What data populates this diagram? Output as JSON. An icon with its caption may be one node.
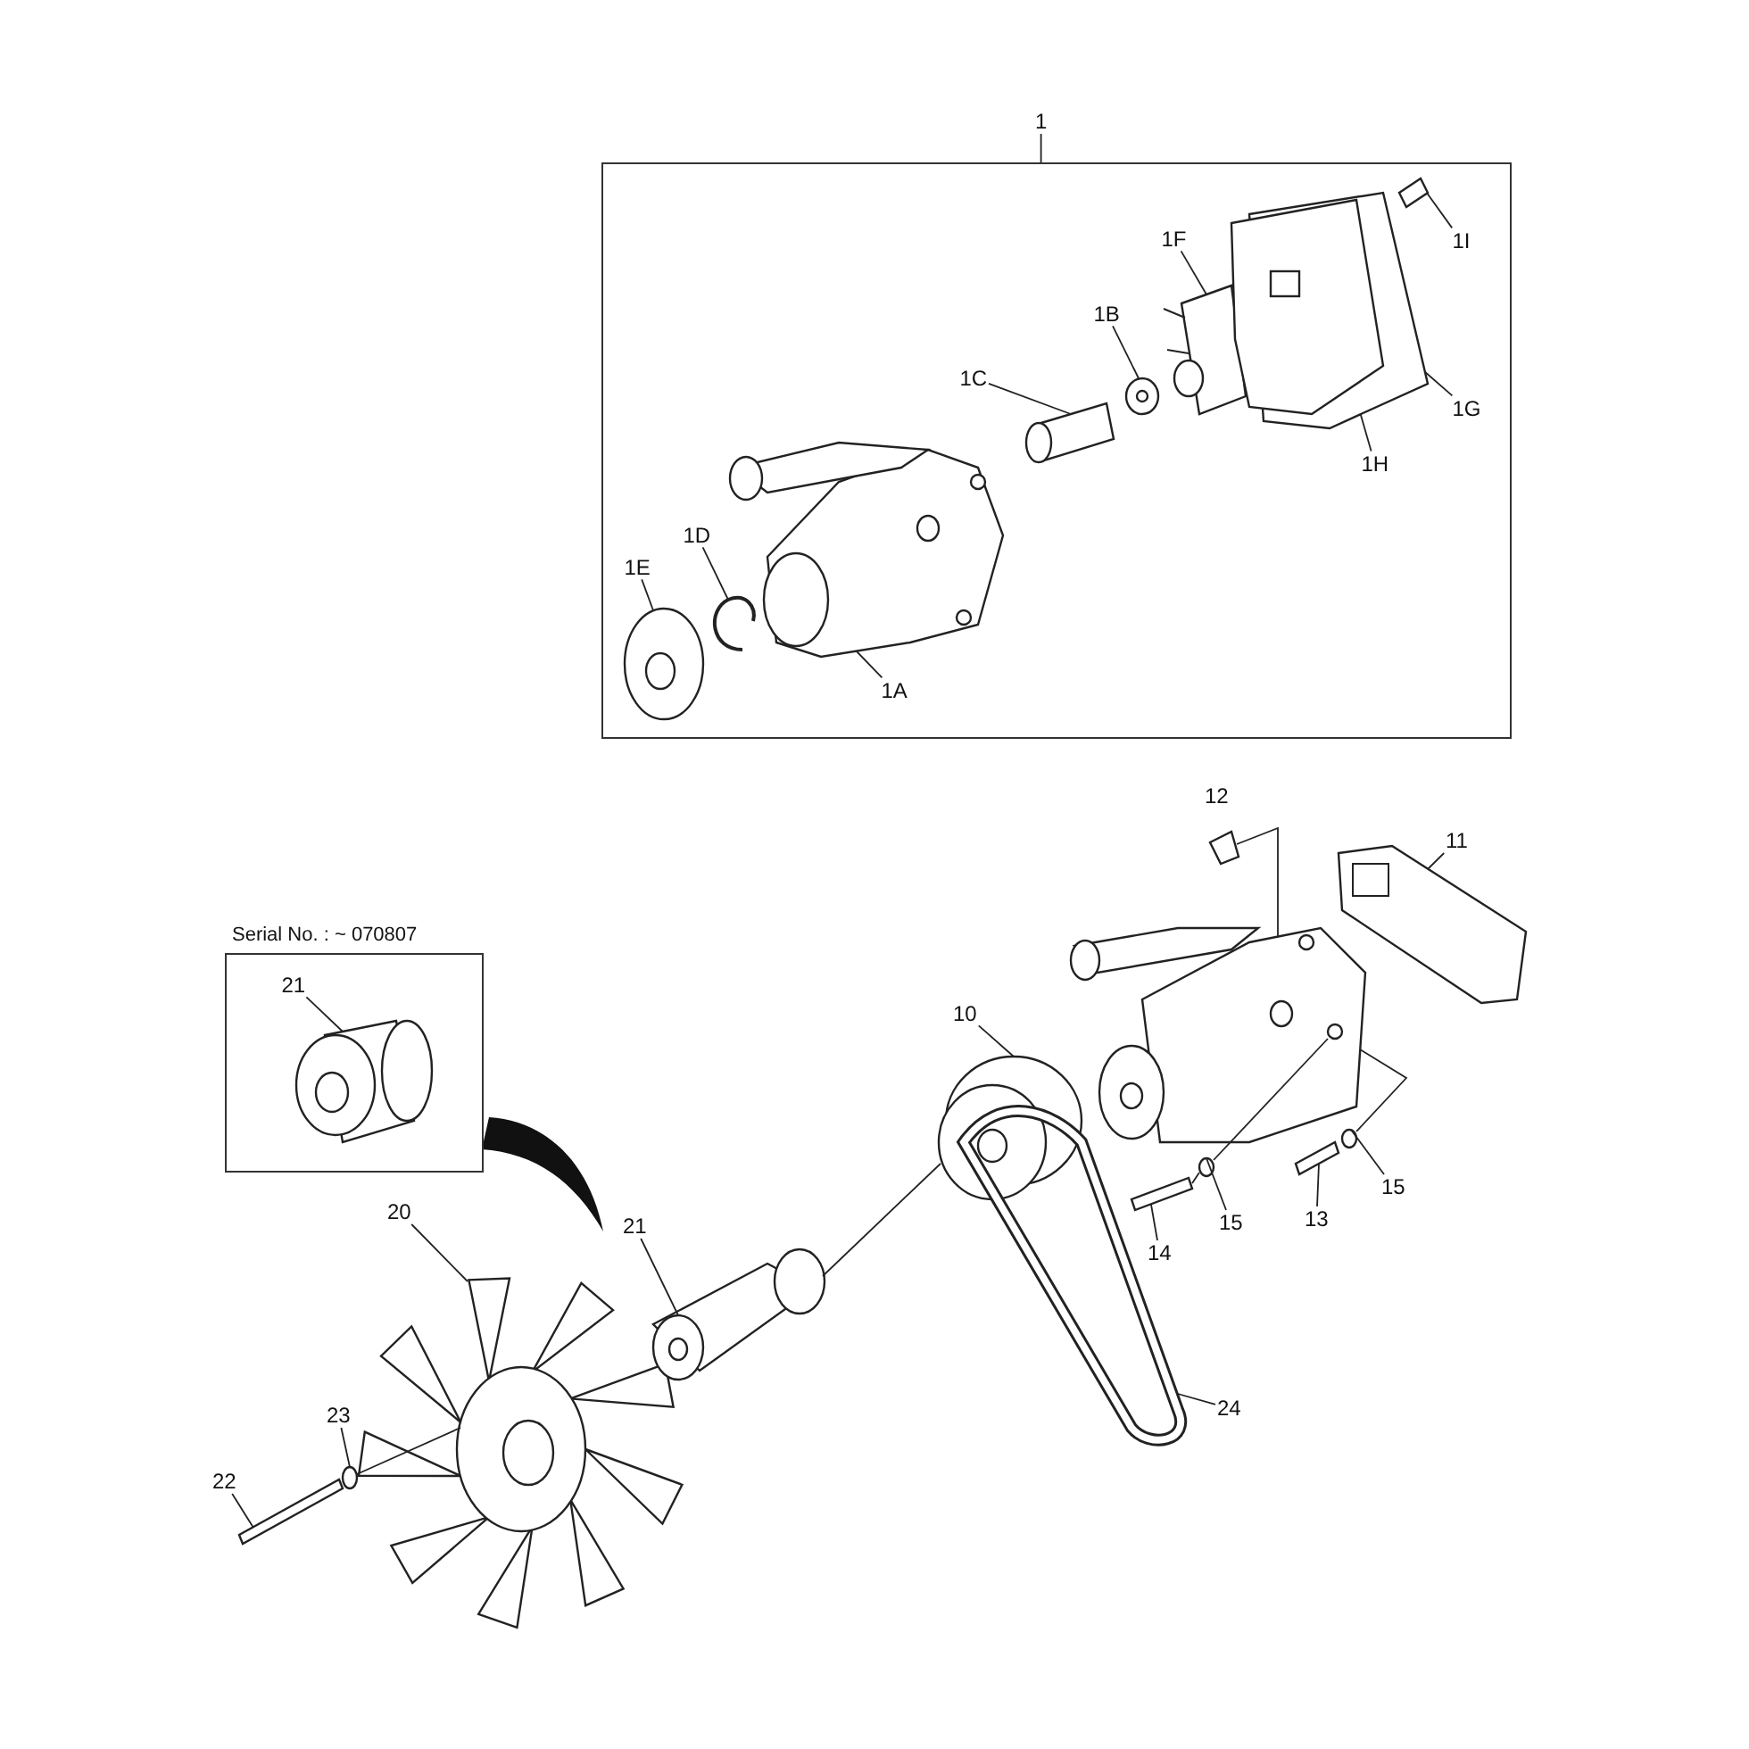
{
  "diagram": {
    "nodes": [
      {
        "text": [
          "1"
        ]
      },
      {
        "text": [],
        "shape": "box"
      },
      {
        "text": [
          "1F"
        ],
        "in": 1
      },
      {
        "text": [
          "1B"
        ],
        "in": 1
      },
      {
        "text": [
          "1C"
        ],
        "in": 1
      },
      {
        "text": [
          "1I"
        ],
        "in": 1
      },
      {
        "text": [
          "1G"
        ],
        "in": 1
      },
      {
        "text": [
          "1H"
        ],
        "in": 1
      },
      {
        "text": [
          "1D"
        ],
        "in": 1
      },
      {
        "text": [
          "1E"
        ],
        "in": 1
      },
      {
        "text": [
          "1A"
        ],
        "in": 1
      },
      {
        "text": [],
        "shape": "box"
      },
      {
        "text": [
          "21"
        ],
        "in": 11
      },
      {
        "text": [
          "11"
        ]
      },
      {
        "text": [
          "10"
        ]
      },
      {
        "text": [
          "15"
        ]
      },
      {
        "text": [
          "15"
        ]
      },
      {
        "text": [
          "13"
        ]
      },
      {
        "text": [
          "14"
        ]
      },
      {
        "text": [
          "20"
        ]
      },
      {
        "text": [
          "21"
        ]
      },
      {
        "text": [
          "23"
        ]
      },
      {
        "text": [
          "22"
        ]
      },
      {
        "text": [
          "24"
        ]
      },
      {
        "text": [],
        "shape": "picture",
        "in": 1
      },
      {
        "text": [],
        "shape": "picture",
        "in": 1
      },
      {
        "text": [],
        "shape": "picture",
        "in": 1
      },
      {
        "text": [],
        "shape": "picture",
        "in": 1
      },
      {
        "text": [],
        "shape": "picture",
        "in": 1
      },
      {
        "text": [],
        "shape": "picture",
        "in": 1
      },
      {
        "text": [],
        "shape": "picture",
        "in": 1
      },
      {
        "text": [],
        "shape": "picture",
        "in": 1
      },
      {
        "text": [],
        "shape": "picture",
        "in": 1
      },
      {
        "text": [],
        "shape": "picture",
        "in": 11
      },
      {
        "text": [],
        "shape": "picture"
      },
      {
        "text": [],
        "shape": "picture"
      },
      {
        "text": [],
        "shape": "circle"
      },
      {
        "text": [],
        "shape": "circle"
      },
      {
        "text": [],
        "shape": "bar"
      },
      {
        "text": [],
        "shape": "bar"
      },
      {
        "text": [],
        "shape": "picture"
      },
      {
        "text": [],
        "shape": "picture"
      },
      {
        "text": [],
        "shape": "circle"
      },
      {
        "text": [],
        "shape": "bar"
      },
      {
        "text": [],
        "shape": "picture"
      },
      {
        "text": [],
        "shape": "picture"
      },
      {
        "text": [],
        "shape": "bar"
      }
    ],
    "edges": [
      {
        "from": 0,
        "to": 1,
        "arrow": "none"
      },
      {
        "from": 2,
        "to": 24,
        "arrow": "none"
      },
      {
        "from": 3,
        "to": 25,
        "arrow": "none"
      },
      {
        "from": 4,
        "to": 26,
        "arrow": "none"
      },
      {
        "from": 5,
        "to": 27,
        "arrow": "none"
      },
      {
        "from": 6,
        "to": 28,
        "arrow": "none"
      },
      {
        "from": 7,
        "to": 29,
        "arrow": "none"
      },
      {
        "from": 8,
        "to": 30,
        "arrow": "none"
      },
      {
        "from": 9,
        "to": 31,
        "arrow": "none"
      },
      {
        "from": 10,
        "to": 32,
        "arrow": "none"
      },
      {
        "from": 12,
        "to": 33,
        "arrow": "none"
      },
      {
        "from": 13,
        "to": 34,
        "arrow": "none"
      },
      {
        "from": 14,
        "to": 35,
        "arrow": "none"
      },
      {
        "from": 15,
        "to": 36,
        "arrow": "none"
      },
      {
        "from": 16,
        "to": 37,
        "arrow": "none"
      },
      {
        "from": 17,
        "to": 38,
        "arrow": "none"
      },
      {
        "from": 18,
        "to": 39,
        "arrow": "none"
      },
      {
        "from": 19,
        "to": 40,
        "arrow": "none"
      },
      {
        "from": 20,
        "to": 41,
        "arrow": "none"
      },
      {
        "from": 21,
        "to": 42,
        "arrow": "none"
      },
      {
        "from": 22,
        "to": 43,
        "arrow": "none"
      },
      {
        "from": 23,
        "to": 44,
        "arrow": "none"
      },
      {
        "from": 46,
        "to": 45,
        "arrow": "none"
      },
      {
        "from": 39,
        "to": 36,
        "arrow": "none"
      },
      {
        "from": 36,
        "to": 45,
        "arrow": "none"
      },
      {
        "from": 37,
        "to": 45,
        "arrow": "none"
      },
      {
        "from": 41,
        "to": 35,
        "arrow": "none"
      },
      {
        "from": 42,
        "to": 40,
        "arrow": "none"
      }
    ],
    "labels": [
      "Serial No. : ~ 070807",
      "12"
    ]
  }
}
